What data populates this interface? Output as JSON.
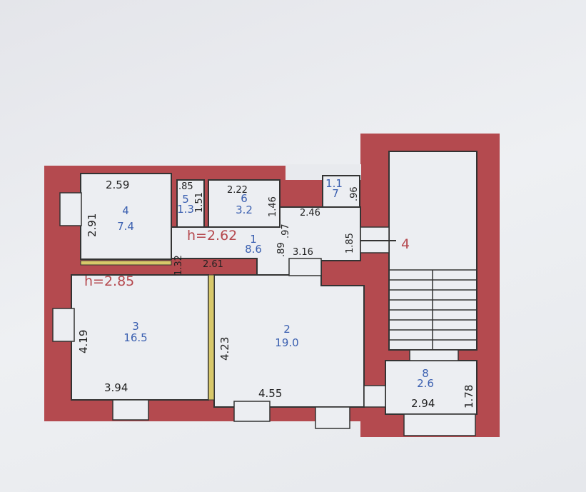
{
  "colors": {
    "wall": "#b44a4f",
    "room": "#eceef2",
    "line": "#333333",
    "room_label": "#3a5fb0",
    "height_label": "#b5484e"
  },
  "rooms": [
    {
      "number": "1",
      "area": "8.6"
    },
    {
      "number": "2",
      "area": "19.0"
    },
    {
      "number": "3",
      "area": "16.5"
    },
    {
      "number": "4",
      "area": "7.4"
    },
    {
      "number": "5",
      "area": "1.3"
    },
    {
      "number": "6",
      "area": "3.2"
    },
    {
      "number": "7",
      "area": "1.1"
    },
    {
      "number": "8",
      "area": "2.6"
    }
  ],
  "heights": [
    "h=2.62",
    "h=2.85"
  ],
  "stair_marker": "4",
  "dimensions": [
    "2.59",
    "2.91",
    ".85",
    "1.51",
    "2.22",
    "1.46",
    ".97",
    "2.46",
    ".96",
    "1.85",
    "1.32",
    "2.61",
    ".89",
    "3.16",
    "4.19",
    "4.23",
    "3.94",
    "4.55",
    "2.94",
    "1.78"
  ]
}
